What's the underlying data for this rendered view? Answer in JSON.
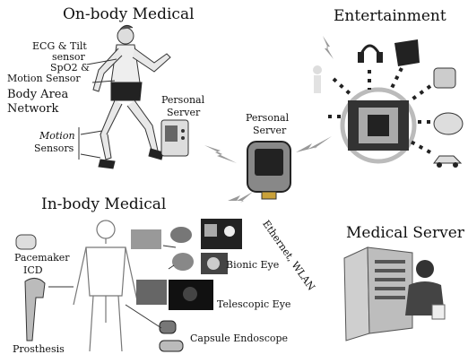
{
  "sections": {
    "on_body": {
      "title": "On-body Medical",
      "ecg": "ECG & Tilt",
      "sensor": "sensor",
      "spo2": "SpO2 &",
      "motion_sensor": "Motion Sensor",
      "ban1": "Body Area",
      "ban2": "Network",
      "motion1": "Motion",
      "motion2": "Sensors",
      "ps1": "Personal",
      "ps2": "Server"
    },
    "center": {
      "ps1": "Personal",
      "ps2": "Server",
      "link": "Ethernet, WLAN"
    },
    "entertainment": {
      "title": "Entertainment"
    },
    "in_body": {
      "title": "In-body Medical",
      "pacemaker": "Pacemaker",
      "icd": "ICD",
      "prosthesis": "Prosthesis",
      "bionic_eye": "Bionic Eye",
      "telescopic_eye": "Telescopic Eye",
      "capsule": "Capsule Endoscope"
    },
    "medical_server": {
      "title": "Medical Server"
    }
  }
}
